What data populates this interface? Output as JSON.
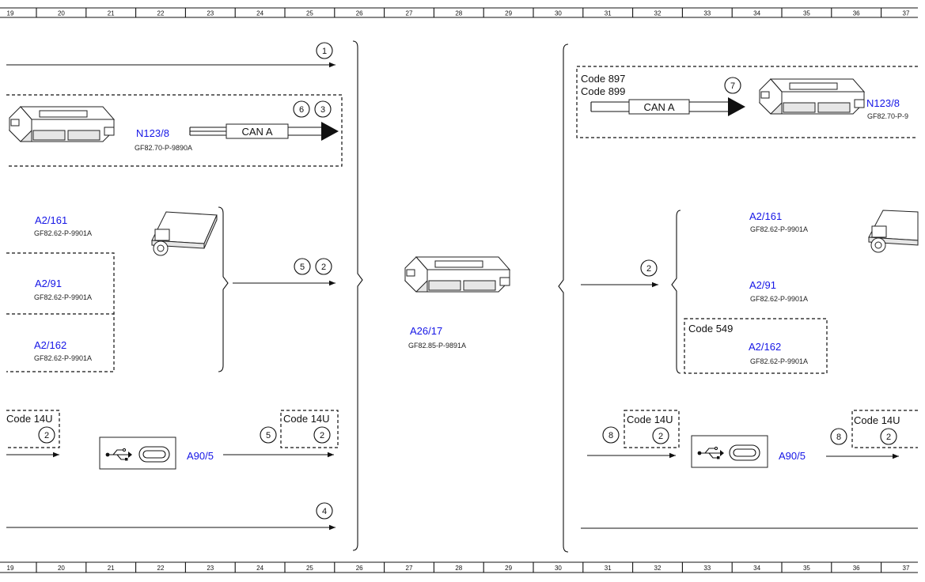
{
  "ruler": {
    "columns": [
      "19",
      "20",
      "21",
      "22",
      "23",
      "24",
      "25",
      "26",
      "27",
      "28",
      "29",
      "30",
      "31",
      "32",
      "33",
      "34",
      "35",
      "36",
      "37"
    ]
  },
  "left": {
    "n123_label": "N123/8",
    "n123_code": "GF82.70-P-9890A",
    "can_label": "CAN A",
    "a2_161_label": "A2/161",
    "a2_161_code": "GF82.62-P-9901A",
    "a2_91_label": "A2/91",
    "a2_91_code": "GF82.62-P-9901A",
    "a2_162_label": "A2/162",
    "a2_162_code": "GF82.62-P-9901A",
    "code14u_a": "Code 14U",
    "code14u_b": "Code 14U",
    "a90_label": "A90/5"
  },
  "center": {
    "a26_label": "A26/17",
    "a26_code": "GF82.85-P-9891A"
  },
  "right": {
    "code897": "Code 897",
    "code899": "Code 899",
    "can_label": "CAN A",
    "n123_label": "N123/8",
    "n123_code": "GF82.70-P-9",
    "a2_161_label": "A2/161",
    "a2_161_code": "GF82.62-P-9901A",
    "a2_91_label": "A2/91",
    "a2_91_code": "GF82.62-P-9901A",
    "code549": "Code 549",
    "a2_162_label": "A2/162",
    "a2_162_code": "GF82.62-P-9901A",
    "code14u_a": "Code 14U",
    "code14u_b": "Code 14U",
    "a90_label": "A90/5"
  },
  "markers": {
    "m1": "1",
    "m2": "2",
    "m3": "3",
    "m4": "4",
    "m5": "5",
    "m6": "6",
    "m7": "7",
    "m8": "8"
  },
  "icons": [
    "ecu-module-icon",
    "antenna-module-icon",
    "usb-symbol-icon",
    "usb-c-port-icon"
  ]
}
